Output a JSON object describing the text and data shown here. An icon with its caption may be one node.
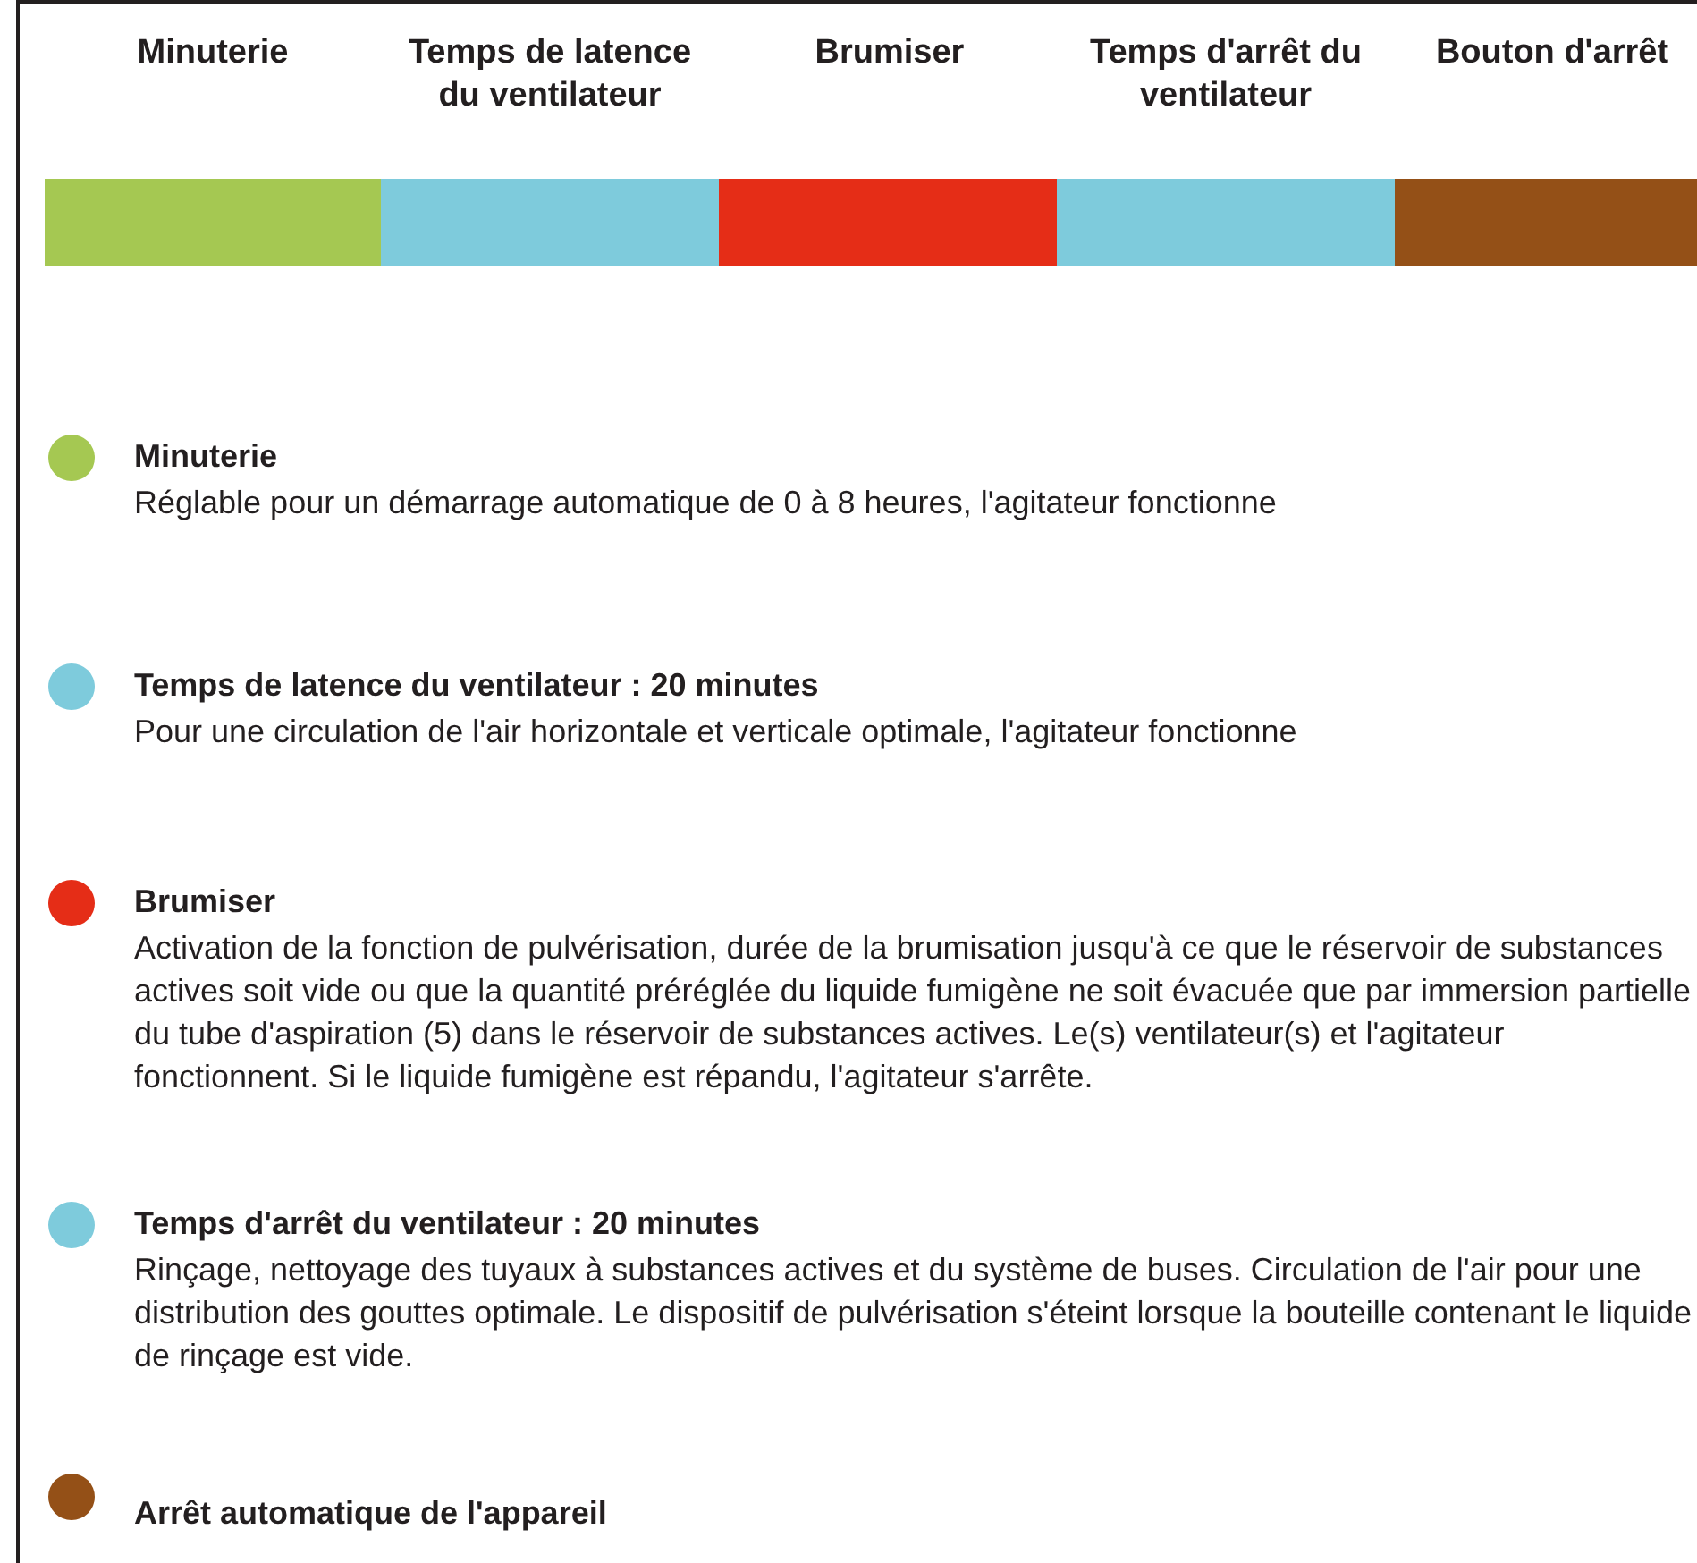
{
  "diagram": {
    "nodes": [
      {
        "text": [
          "Minuterie"
        ]
      },
      {
        "text": [
          "Temps de latence du ventilateur"
        ]
      },
      {
        "text": [
          "Brumiser"
        ]
      },
      {
        "text": [
          "Temps d'arrêt du ventilateur"
        ]
      },
      {
        "text": [
          "Bouton d'arrêt"
        ]
      }
    ],
    "labels": [
      "Réglable pour un démarrage automatique de 0 à 8 heures, l'agitateur fonctionne",
      "Pour une circulation de l'air horizontale et verticale optimale, l'agitateur fonctionne",
      "Activation de la fonction de pulvérisation, durée de la brumisation jusqu'à ce que le réservoir de substances actives soit vide ou que la quantité préréglée du liquide fumigène ne soit évacuée que par immersion partielle du tube d'aspiration (5) dans le réservoir de substances actives. Le(s) ventilateur(s) et l'agitateur fonctionnent. Si le liquide fumigène est répandu, l'agitateur s'arrête.",
      "Rinçage, nettoyage des tuyaux à substances actives et du système de buses. Circulation de l'air pour une distribution des gouttes optimale. Le dispositif de pulvérisation s'éteint lorsque la bouteille contenant le liquide de rinçage est vide."
    ],
    "legend": [
      {
        "text": "Minuterie",
        "color": "#a5c852"
      },
      {
        "text": "Temps de latence du ventilateur : 20 minutes",
        "color": "#7ecbdc"
      },
      {
        "text": "Brumiser",
        "color": "#e52d17"
      },
      {
        "text": "Temps d'arrêt du ventilateur : 20 minutes",
        "color": "#7ecbdc"
      },
      {
        "text": "Arrêt automatique de l'appareil",
        "color": "#945017"
      }
    ]
  }
}
